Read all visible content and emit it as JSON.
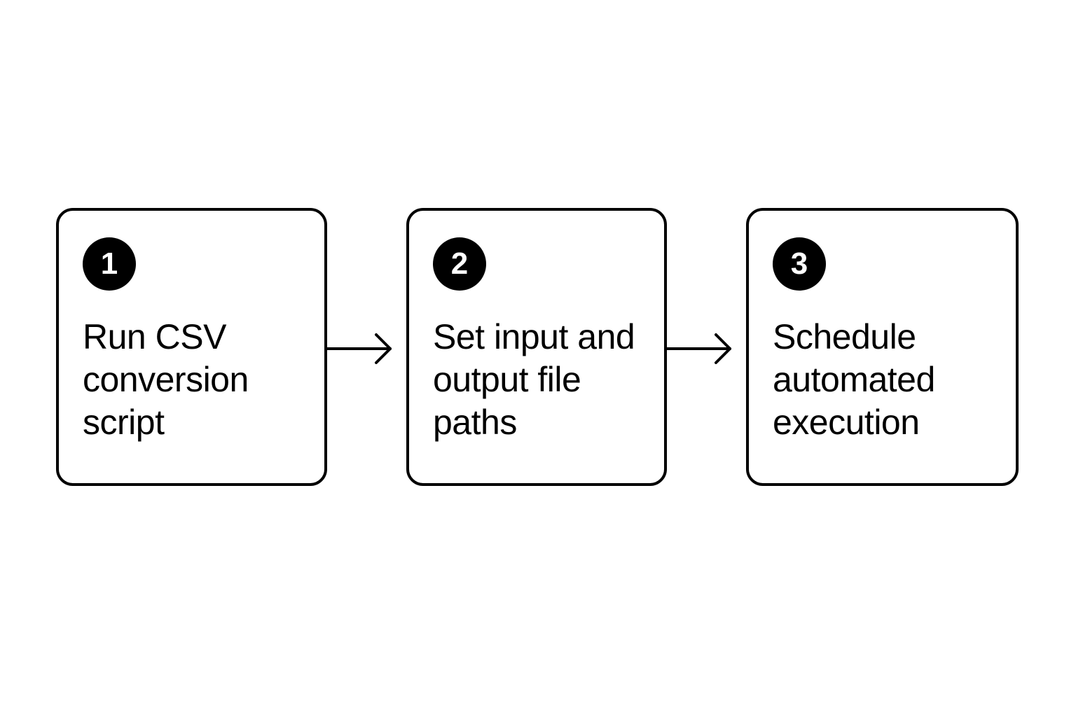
{
  "steps": [
    {
      "number": "1",
      "label": "Run CSV conversion script"
    },
    {
      "number": "2",
      "label": "Set input and output file paths"
    },
    {
      "number": "3",
      "label": "Schedule automated execution"
    }
  ],
  "colors": {
    "stroke": "#000000",
    "background": "#ffffff",
    "badge_text": "#ffffff"
  },
  "icons": {
    "connector": "right-arrow-icon"
  }
}
